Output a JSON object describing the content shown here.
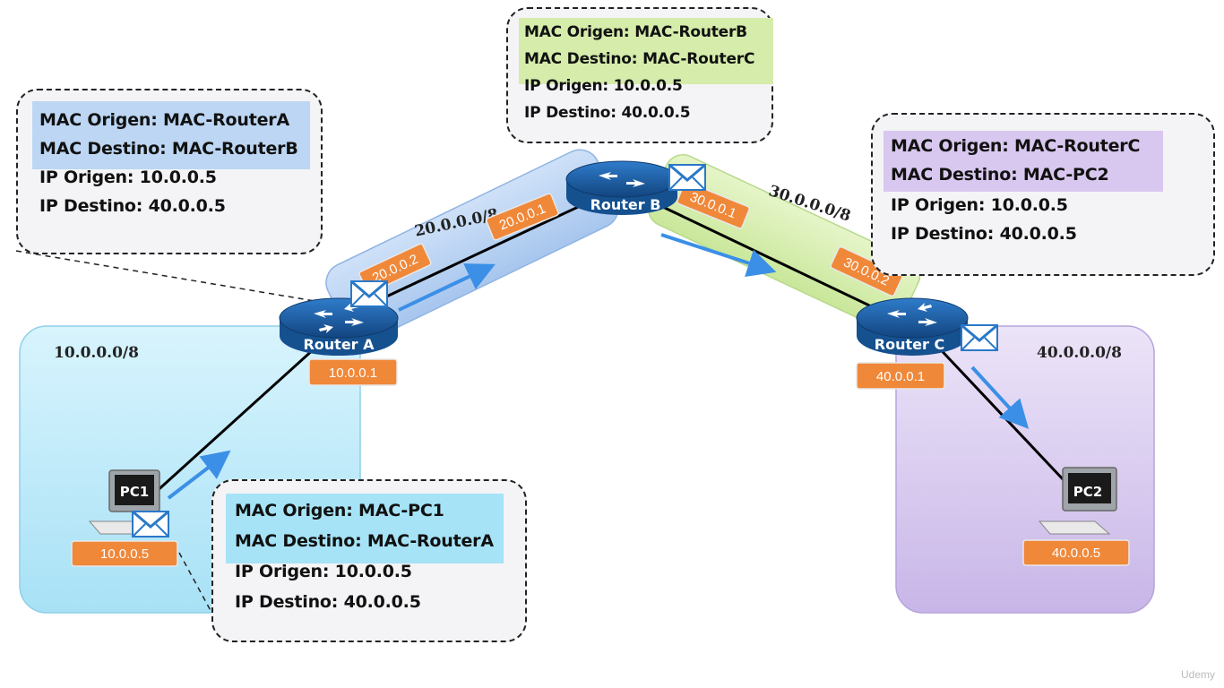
{
  "networks": {
    "net1": "10.0.0.0/8",
    "net2": "20.0.0.0/8",
    "net3": "30.0.0.0/8",
    "net4": "40.0.0.0/8"
  },
  "devices": {
    "pc1": "PC1",
    "pc2": "PC2",
    "router_a": "Router A",
    "router_b": "Router B",
    "router_c": "Router C"
  },
  "ips": {
    "pc1": "10.0.0.5",
    "router_a_lan": "10.0.0.1",
    "router_a_wan": "20.0.0.2",
    "router_b_a": "20.0.0.1",
    "router_b_c": "30.0.0.1",
    "router_c_wan": "30.0.0.2",
    "router_c_lan": "40.0.0.1",
    "pc2": "40.0.0.5"
  },
  "callouts": {
    "hop1": {
      "mac_src": "MAC Origen: MAC-PC1",
      "mac_dst": "MAC Destino: MAC-RouterA",
      "ip_src": "IP Origen: 10.0.0.5",
      "ip_dst": "IP Destino: 40.0.0.5"
    },
    "hop2": {
      "mac_src": "MAC Origen: MAC-RouterA",
      "mac_dst": "MAC Destino: MAC-RouterB",
      "ip_src": "IP Origen: 10.0.0.5",
      "ip_dst": "IP Destino: 40.0.0.5"
    },
    "hop3": {
      "mac_src": "MAC Origen: MAC-RouterB",
      "mac_dst": "MAC Destino: MAC-RouterC",
      "ip_src": "IP Origen: 10.0.0.5",
      "ip_dst": "IP Destino: 40.0.0.5"
    },
    "hop4": {
      "mac_src": "MAC Origen: MAC-RouterC",
      "mac_dst": "MAC Destino: MAC-PC2",
      "ip_src": "IP Origen: 10.0.0.5",
      "ip_dst": "IP Destino: 40.0.0.5"
    }
  },
  "colors": {
    "net1_fill": "#bfe9f8",
    "net2_fill": "#b9d3f3",
    "net3_fill": "#d9efb3",
    "net4_fill": "#ddd0f0",
    "ip_badge": "#f0883a",
    "hop1_highlight": "#a6e3f7",
    "hop2_highlight": "#bcd6f3",
    "hop3_highlight": "#d5ecab",
    "hop4_highlight": "#d8c7ee",
    "arrow": "#3b8fe6",
    "router": "#1e5fa6"
  },
  "watermark": "Udemy"
}
